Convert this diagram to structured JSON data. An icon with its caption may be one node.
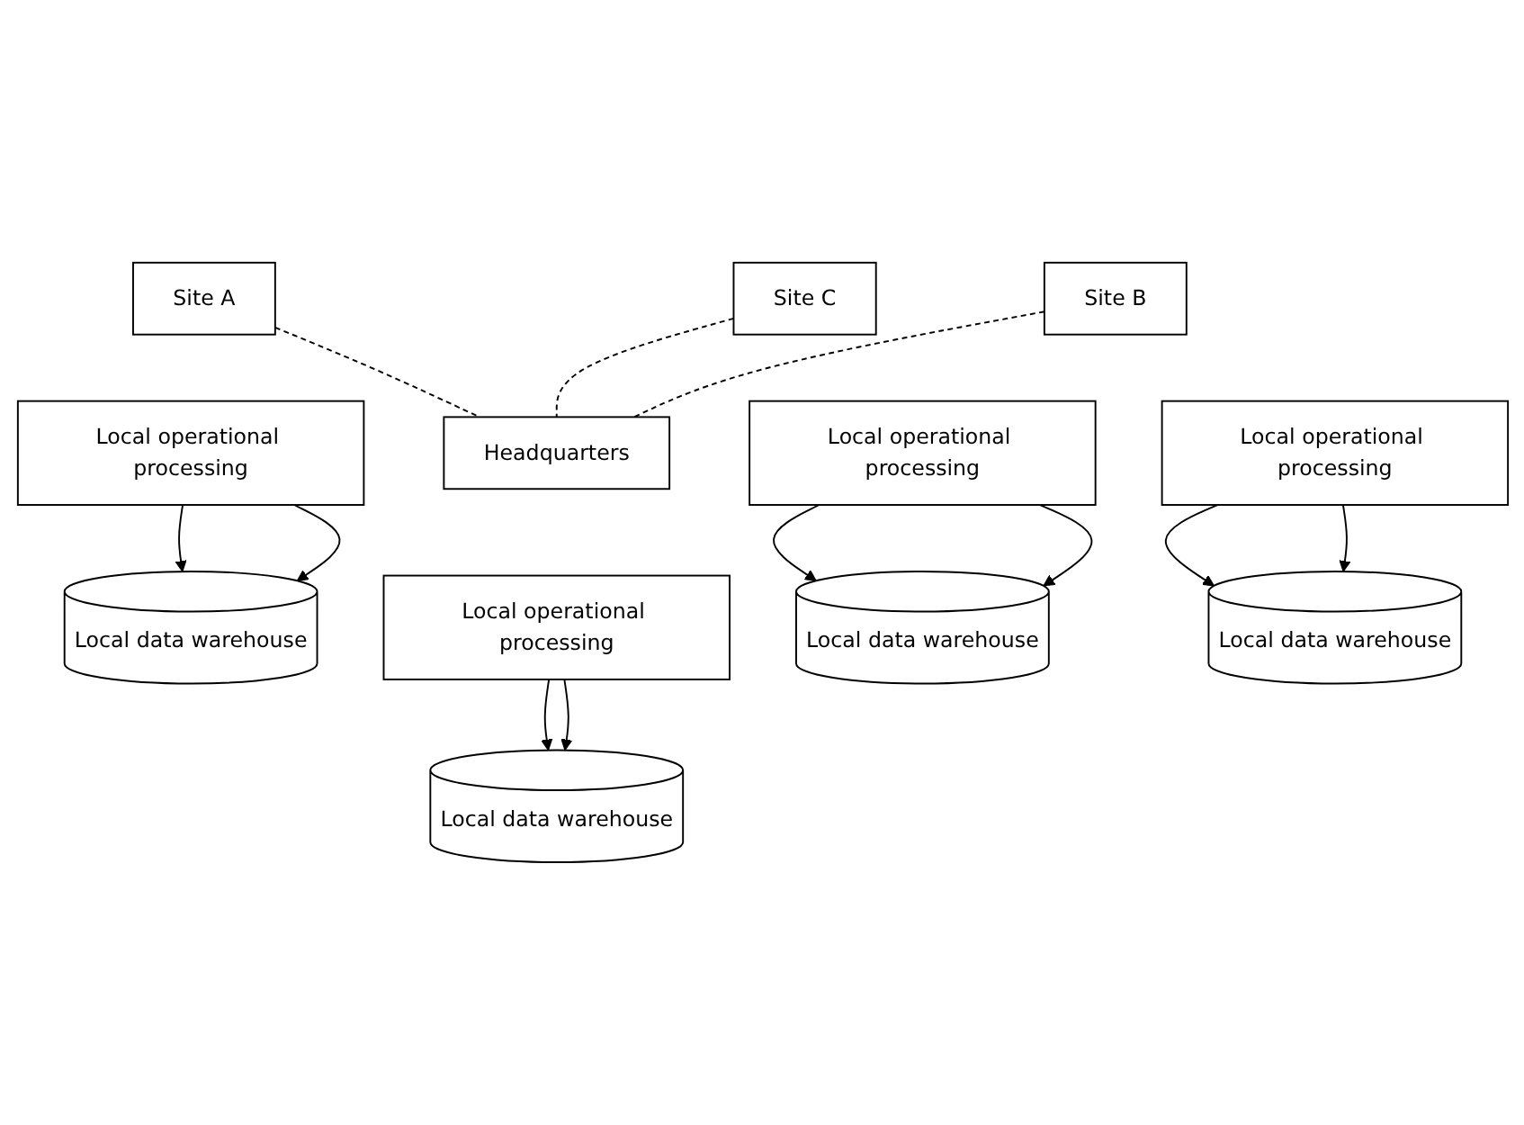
{
  "diagram": {
    "nodes": [
      {
        "text": [
          "Site A"
        ]
      },
      {
        "text": [
          "Local operational processing"
        ]
      },
      {
        "text": [
          "Local data warehouse"
        ]
      },
      {
        "text": [
          "Headquarters"
        ]
      },
      {
        "text": [
          "Local operational processing"
        ]
      },
      {
        "text": [
          "Local data warehouse"
        ]
      },
      {
        "text": [
          "Site C"
        ]
      },
      {
        "text": [
          "Local operational processing"
        ]
      },
      {
        "text": [
          "Local data warehouse"
        ]
      },
      {
        "text": [
          "Site B"
        ]
      },
      {
        "text": [
          "Local operational processing"
        ]
      },
      {
        "text": [
          "Local data warehouse"
        ]
      }
    ],
    "edges": [
      {
        "from": 0,
        "to": 3,
        "arrow": "none",
        "style": "dashed"
      },
      {
        "from": 6,
        "to": 3,
        "arrow": "none",
        "style": "dashed"
      },
      {
        "from": 9,
        "to": 3,
        "arrow": "none",
        "style": "dashed"
      },
      {
        "from": 1,
        "to": 2,
        "arrow": "to"
      },
      {
        "from": 1,
        "to": 2,
        "arrow": "to"
      },
      {
        "from": 4,
        "to": 5,
        "arrow": "to"
      },
      {
        "from": 4,
        "to": 5,
        "arrow": "to"
      },
      {
        "from": 7,
        "to": 8,
        "arrow": "to"
      },
      {
        "from": 7,
        "to": 8,
        "arrow": "to"
      },
      {
        "from": 10,
        "to": 11,
        "arrow": "to"
      },
      {
        "from": 10,
        "to": 11,
        "arrow": "to"
      }
    ]
  }
}
